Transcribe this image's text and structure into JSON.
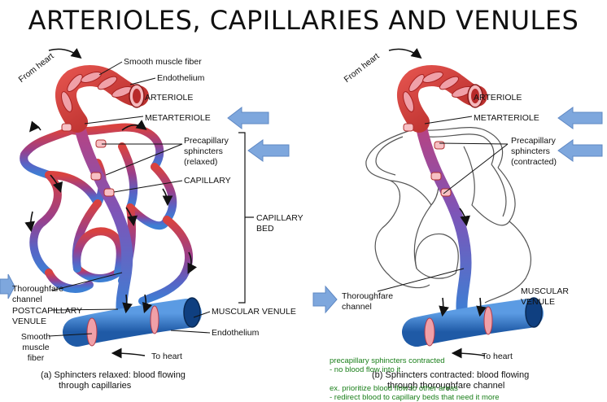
{
  "title": "ARTERIOLES, CAPILLARIES AND VENULES",
  "colors": {
    "artery": "#d9423f",
    "artery_dark": "#a8201f",
    "vein": "#3d7fd4",
    "vein_dark": "#1f5aa6",
    "sphincter": "#f0a0a8",
    "pointer_arrow": "#7ea7dd",
    "note_text": "#1a7f1a"
  },
  "left_panel": {
    "labels": {
      "from_heart": "From heart",
      "smooth_muscle_fiber": "Smooth muscle fiber",
      "endothelium_top": "Endothelium",
      "arteriole": "ARTERIOLE",
      "metarteriole": "METARTERIOLE",
      "precapillary_line1": "Precapillary",
      "precapillary_line2": "sphincters",
      "precapillary_state": "(relaxed)",
      "capillary": "CAPILLARY",
      "capillary_bed_line1": "CAPILLARY",
      "capillary_bed_line2": "BED",
      "thoroughfare_line1": "Thoroughfare",
      "thoroughfare_line2": "channel",
      "postcapillary_line1": "POSTCAPILLARY",
      "postcapillary_line2": "VENULE",
      "muscular_venule": "MUSCULAR VENULE",
      "smooth_line1": "Smooth",
      "smooth_line2": "muscle",
      "smooth_line3": "fiber",
      "endothelium_bottom": "Endothelium",
      "to_heart": "To heart"
    },
    "caption_line1": "(a) Sphincters relaxed: blood flowing",
    "caption_line2": "through capillaries"
  },
  "right_panel": {
    "labels": {
      "from_heart": "From heart",
      "arteriole": "ARTERIOLE",
      "metarteriole": "METARTERIOLE",
      "precapillary_line1": "Precapillary",
      "precapillary_line2": "sphincters",
      "precapillary_state": "(contracted)",
      "thoroughfare_line1": "Thoroughfare",
      "thoroughfare_line2": "channel",
      "muscular_line1": "MUSCULAR",
      "muscular_line2": "VENULE",
      "to_heart": "To heart"
    },
    "caption_line1": "(b) Sphincters contracted: blood flowing",
    "caption_line2": "through thoroughfare channel"
  },
  "notes": {
    "line1": "precapillary sphincters contracted",
    "line2": "- no blood flow into it",
    "line3": "ex. prioritize blood flow to other areas",
    "line4": "- redirect blood to capillary beds that need it more"
  }
}
